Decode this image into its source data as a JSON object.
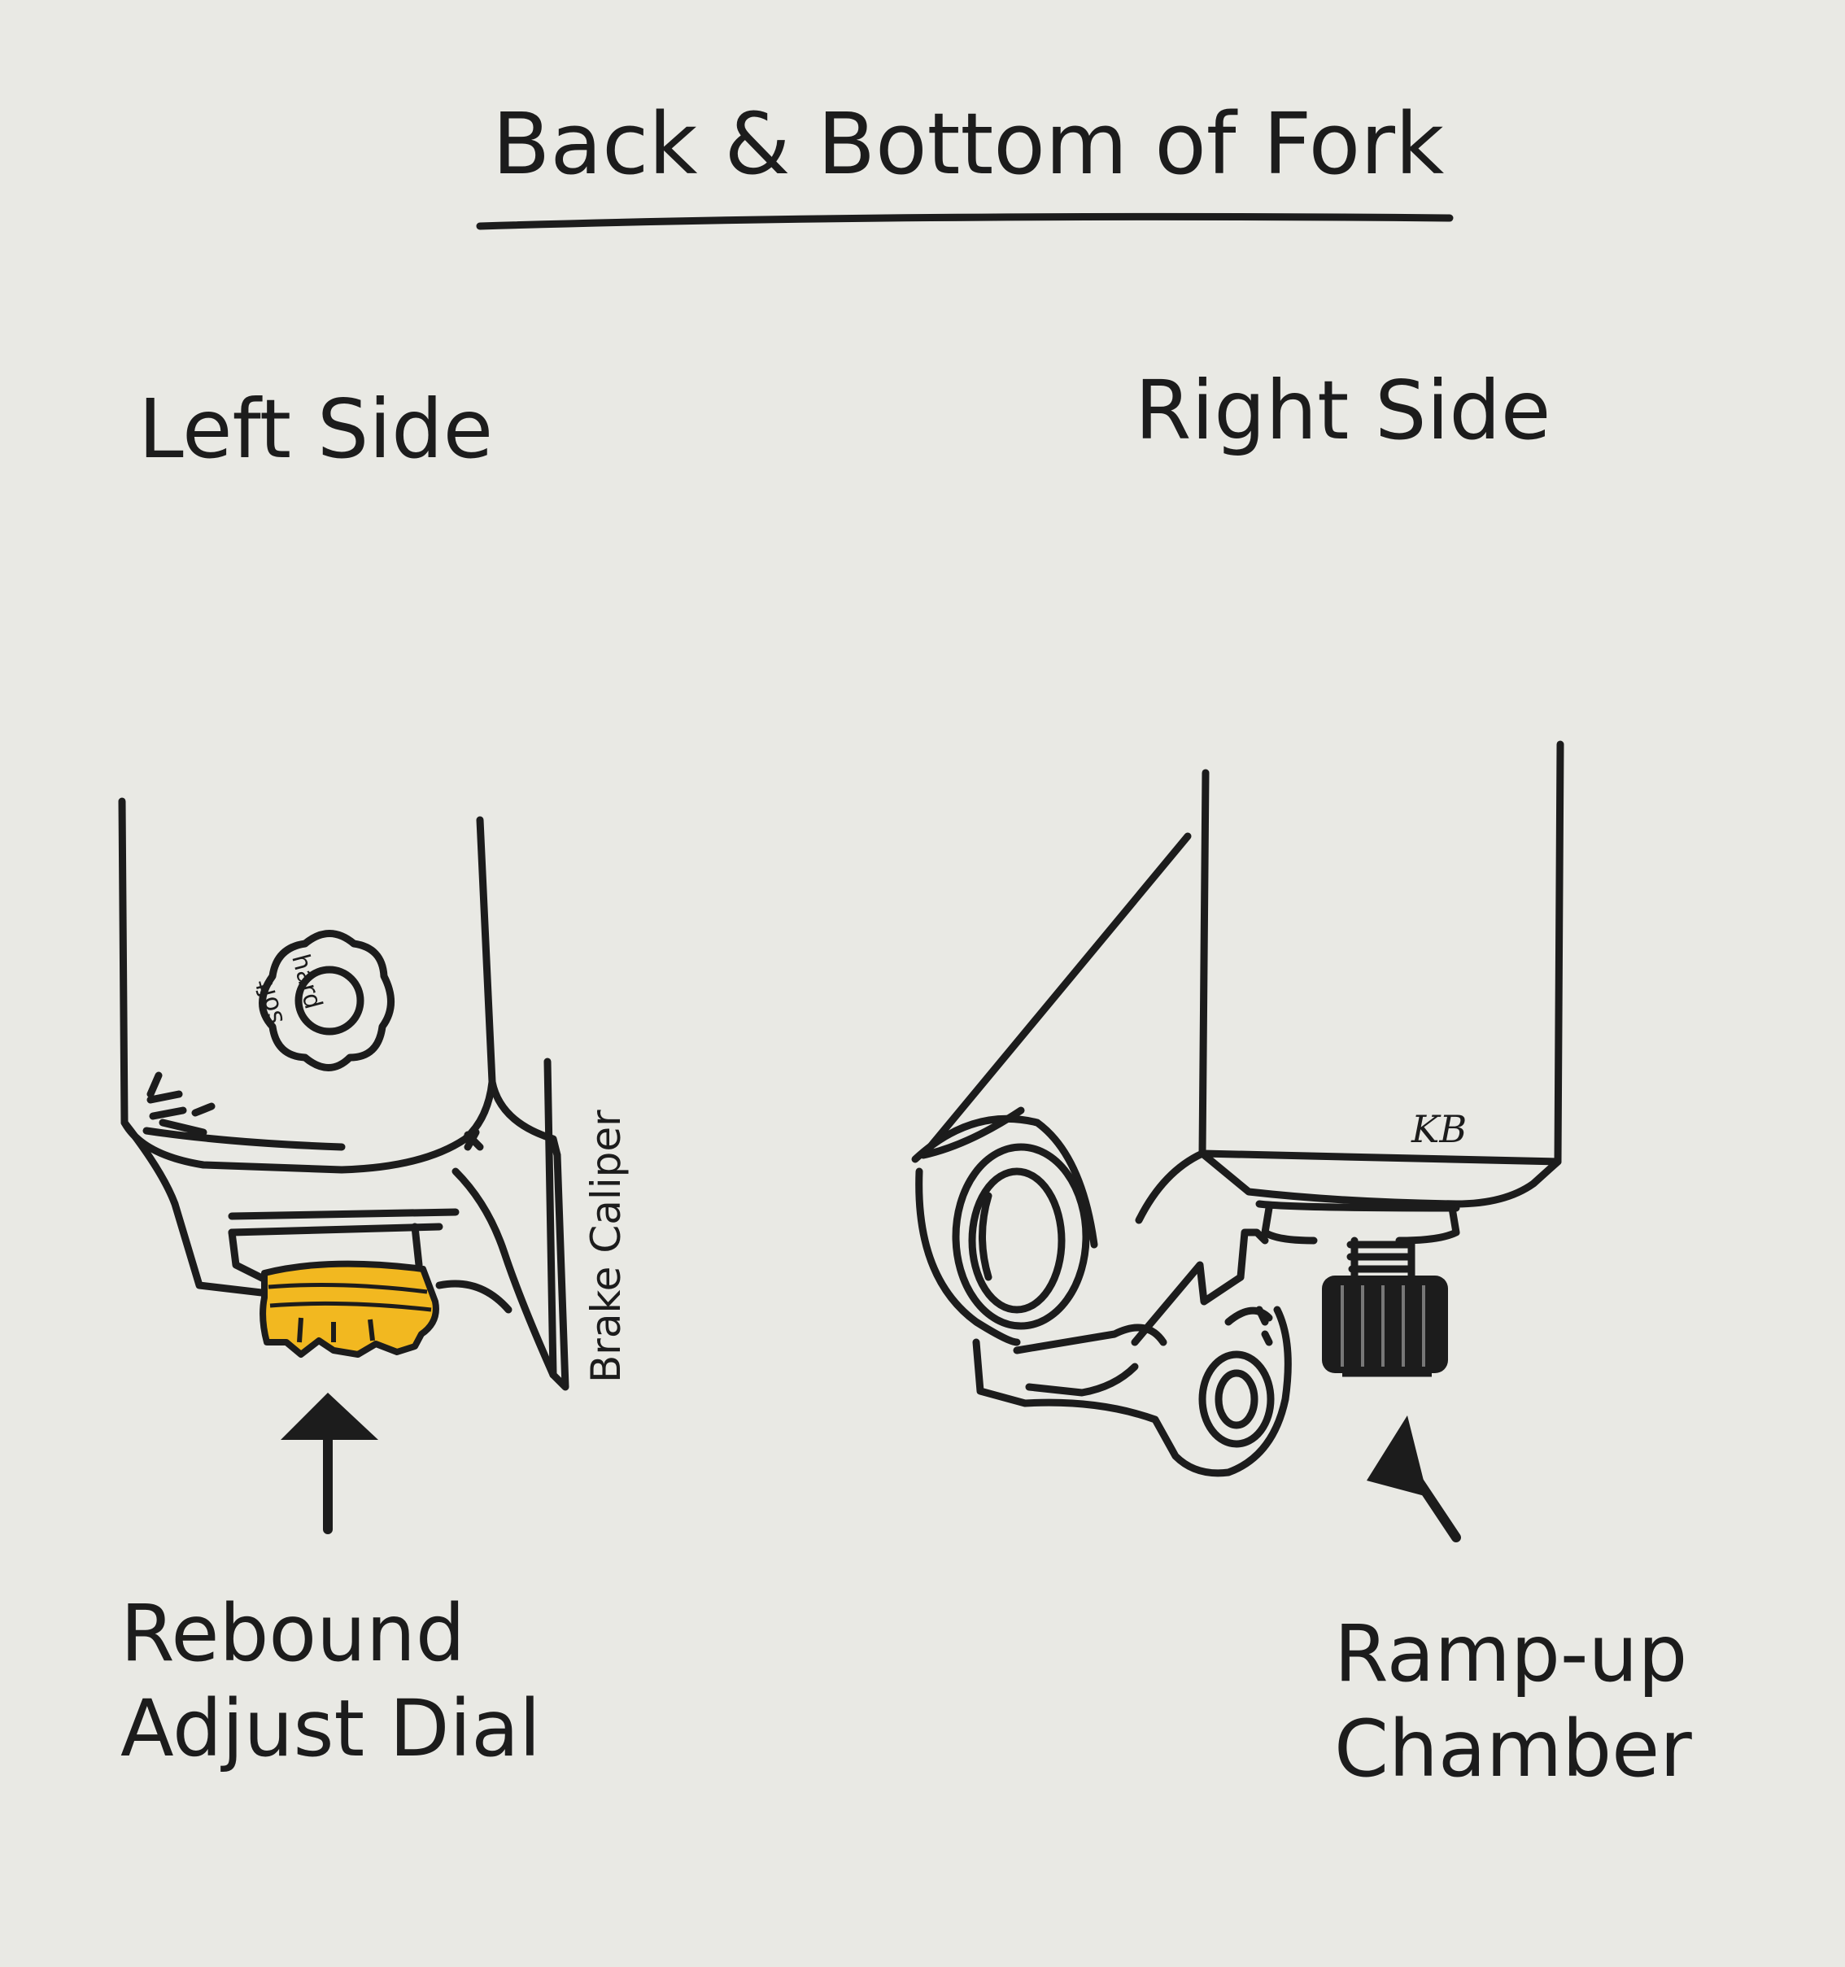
{
  "title": "Back & Bottom of Fork",
  "left_panel": {
    "heading": "Left Side",
    "callout_line1": "Rebound",
    "callout_line2": "Adjust Dial",
    "side_label": "Brake Caliper",
    "dial_marks": {
      "hard": "hard",
      "soft": "soft"
    }
  },
  "right_panel": {
    "heading": "Right Side",
    "callout_line1": "Ramp-up",
    "callout_line2": "Chamber"
  },
  "signature": "KB",
  "colors": {
    "ink": "#1c1c1c",
    "paper": "#e9e9e4",
    "dial_highlight": "#f2b820"
  }
}
